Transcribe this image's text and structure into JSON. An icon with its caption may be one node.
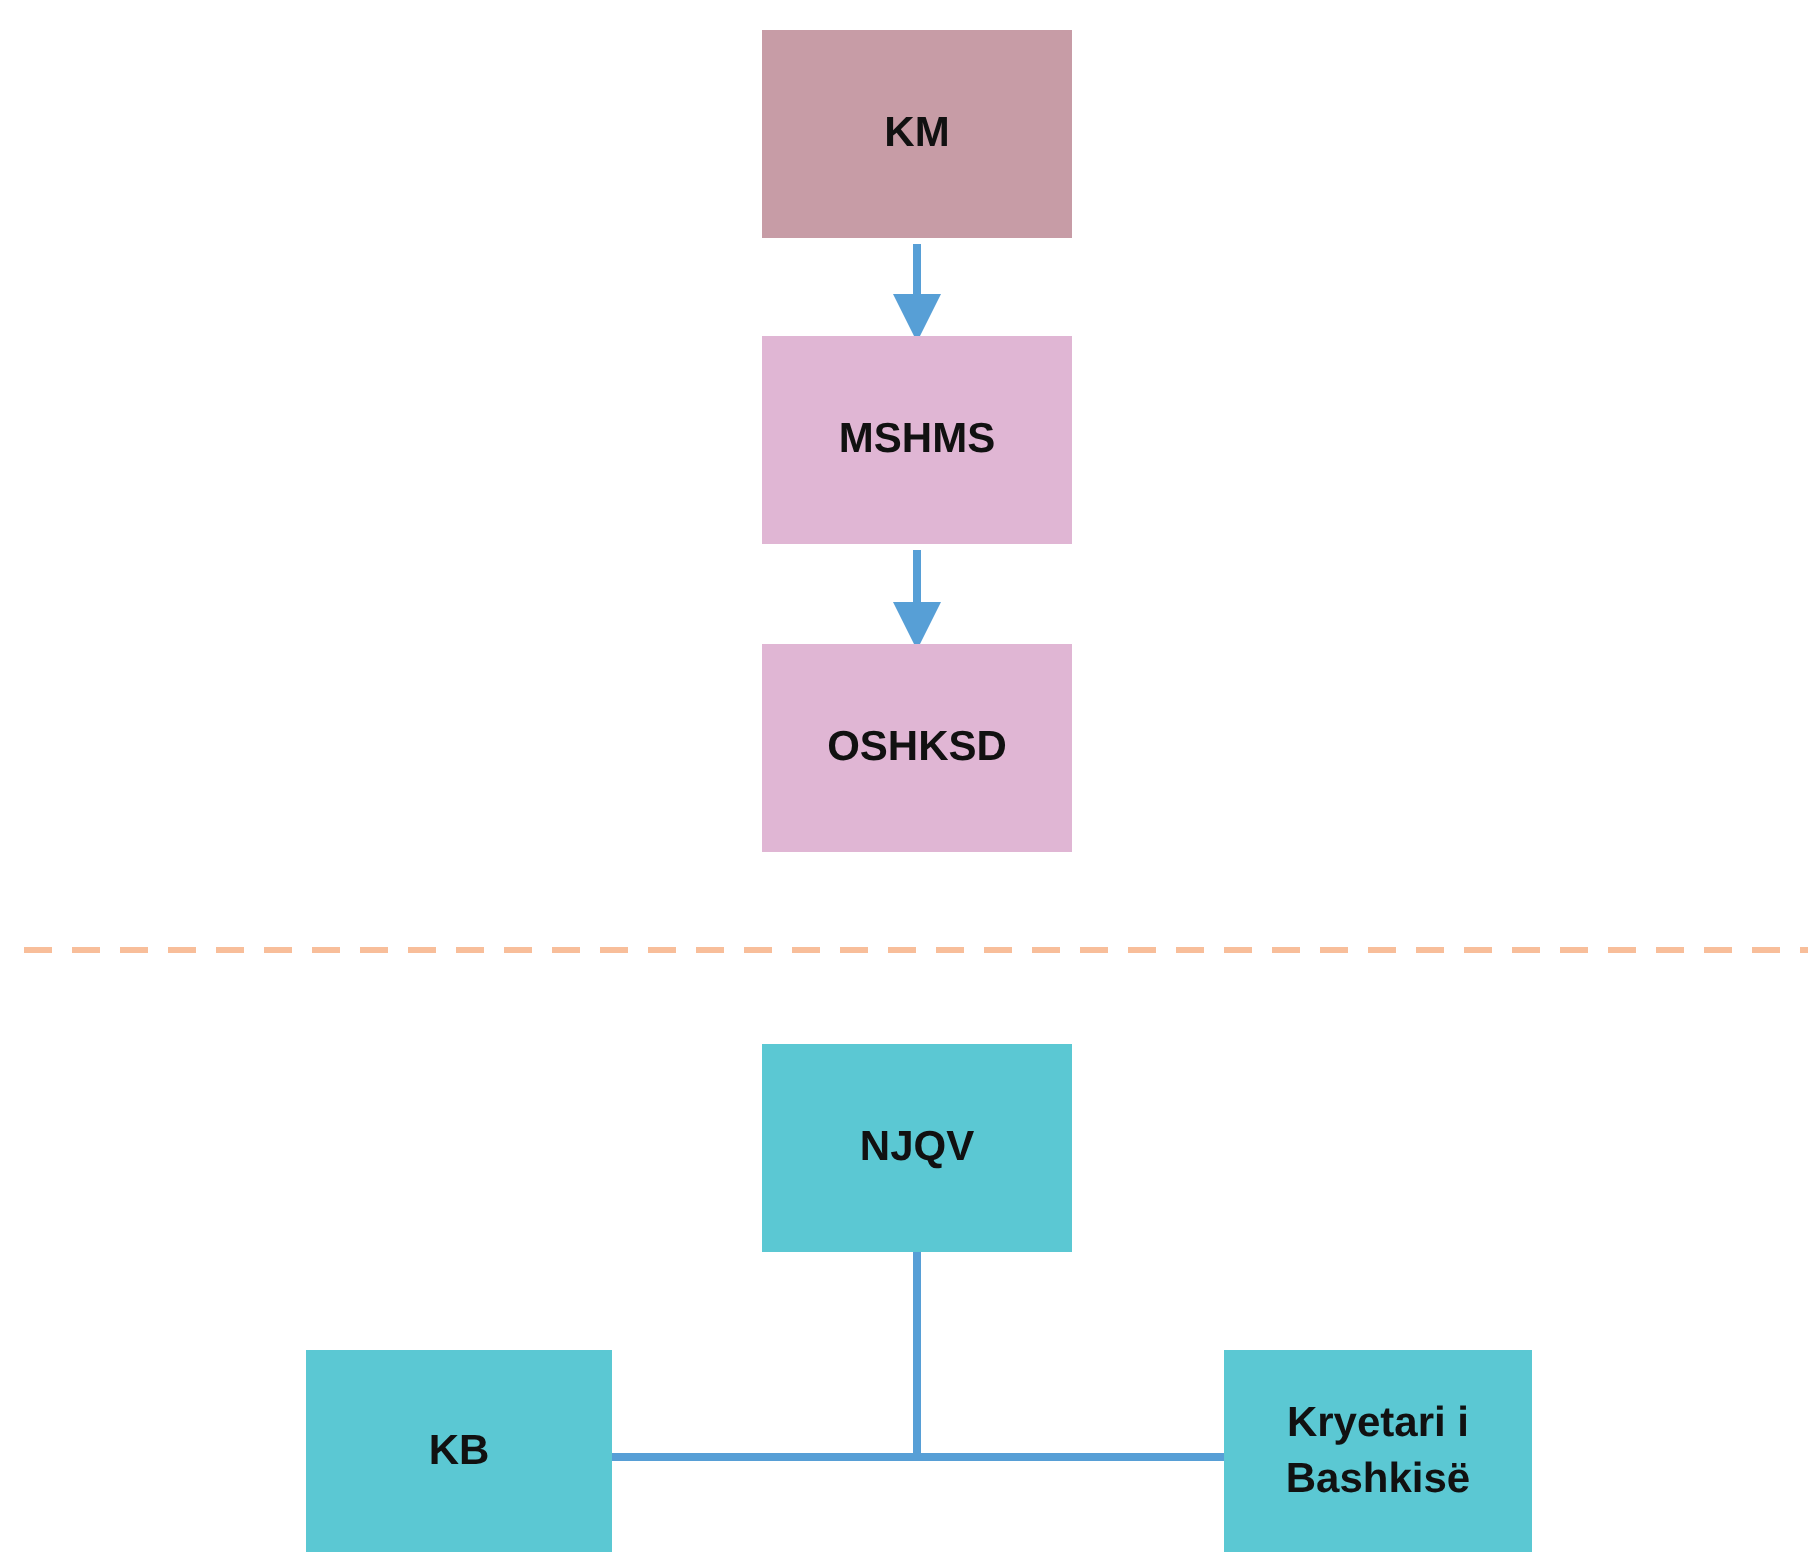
{
  "diagram": {
    "nodes": [
      {
        "text": [
          "KM"
        ]
      },
      {
        "text": [
          "MSHMS"
        ]
      },
      {
        "text": [
          "OSHKSD"
        ]
      },
      {
        "text": [
          "NJQV"
        ]
      },
      {
        "text": [
          "KB"
        ]
      },
      {
        "text": [
          "Kryetari i Bashkisë"
        ]
      }
    ],
    "edges": [
      {
        "from": 0,
        "to": 1,
        "arrow": "to"
      },
      {
        "from": 1,
        "to": 2,
        "arrow": "to"
      },
      {
        "from": 3,
        "to": 4,
        "arrow": "none"
      },
      {
        "from": 3,
        "to": 5,
        "arrow": "none"
      }
    ]
  }
}
